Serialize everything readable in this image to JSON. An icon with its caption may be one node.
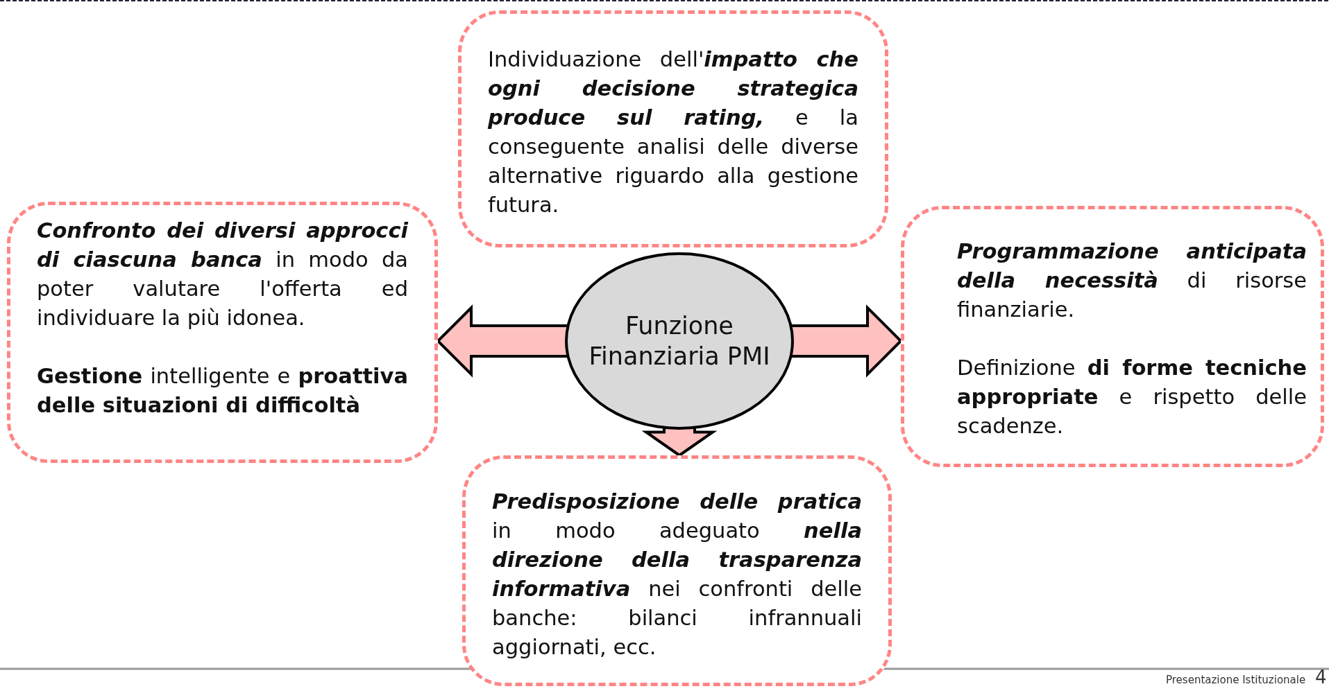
{
  "diagram": {
    "nodes": [
      {
        "text": [
          "Individuazione dell'*impatto che ogni decisione strategica produce sul rating,* e la conseguente analisi delle diverse alternative riguardo alla gestione futura."
        ]
      },
      {
        "text": [
          "*Confronto dei diversi approcci di ciascuna banca* in modo da poter valutare l'offerta ed individuare la più idonea.",
          "**Gestione** intelligente e **proattiva delle situazioni di difficoltà**"
        ]
      },
      {
        "text": [
          "Funzione Finanziaria PMI"
        ]
      },
      {
        "text": [
          "*Programmazione anticipata della necessità* di risorse finanziarie.",
          "Definizione **di forme tecniche appropriate** e rispetto delle scadenze."
        ]
      },
      {
        "text": [
          "*Predisposizione delle pratica* in modo adeguato *nella direzione della trasparenza informativa* nei confronti delle banche: bilanci infrannuali aggiornati, ecc."
        ]
      }
    ],
    "edges": [
      {
        "from": 2,
        "to": 1,
        "arrow": "to"
      },
      {
        "from": 2,
        "to": 3,
        "arrow": "to"
      },
      {
        "from": 2,
        "to": 4,
        "arrow": "to"
      }
    ],
    "labels": [
      "Presentazione Istituzionale",
      "4"
    ]
  }
}
